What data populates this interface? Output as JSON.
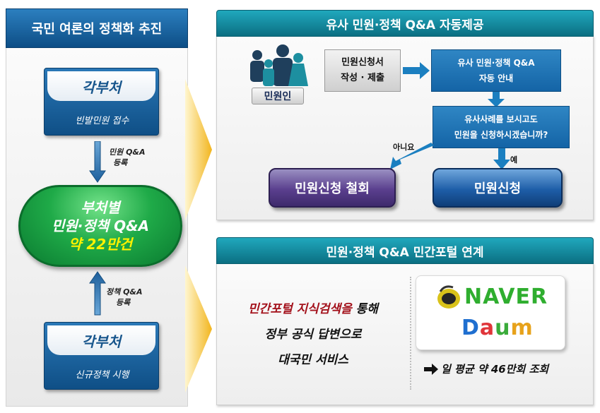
{
  "left": {
    "title": "국민 여론의 정책화 추진",
    "top_org": {
      "name": "각부처",
      "sub": "빈발민원 접수"
    },
    "arrow1_note": [
      "민원 Q&A",
      "등록"
    ],
    "center": {
      "line1": "부처별",
      "line2": "민원·정책 Q&A",
      "line3": "약 22만건"
    },
    "arrow2_note": [
      "정책 Q&A",
      "등록"
    ],
    "bottom_org": {
      "name": "각부처",
      "sub": "신규정책 시행"
    }
  },
  "panel1": {
    "title": "유사 민원·정책 Q&A 자동제공",
    "person_label": "민원인",
    "submit_box": [
      "민원신청서",
      "작성 · 제출"
    ],
    "auto_box": [
      "유사 민원·정책 Q&A",
      "자동 안내"
    ],
    "question_box": [
      "유사사례를 보시고도",
      "민원을 신청하시겠습니까?"
    ],
    "no_label": "아니요",
    "yes_label": "예",
    "withdraw_button": "민원신청 철회",
    "apply_button": "민원신청"
  },
  "panel2": {
    "title": "민원·정책 Q&A 민간포털 연계",
    "text_red": "민간포털 지식검색을",
    "text_1_rest": " 통해",
    "text_2": "정부 공식 답변으로",
    "text_3": "대국민 서비스",
    "naver": "NAVER",
    "daum": [
      "D",
      "a",
      "u",
      "m"
    ],
    "stat": "일 평균 약 46만회 조회"
  },
  "colors": {
    "header_blue": "#0d4e86",
    "header_teal": "#0b6f82",
    "green_oval": "#1faa48",
    "highlight": "#fff200",
    "red_text": "#a3111b"
  }
}
